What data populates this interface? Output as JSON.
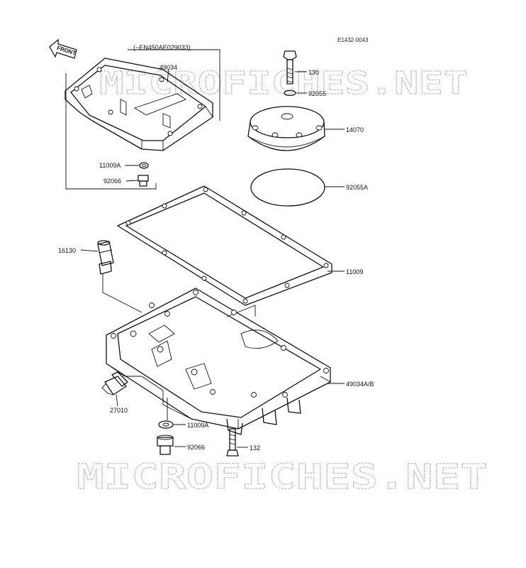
{
  "diagram": {
    "ref_code": "E1432-0043",
    "front_label": "FRONT",
    "variant_note": "(~EN450AE029033)",
    "watermark": "MICROFICHES.NET",
    "parts": [
      {
        "id": "p49034",
        "number": "49034"
      },
      {
        "id": "p11009A_top",
        "number": "11009A"
      },
      {
        "id": "p92066_top",
        "number": "92066"
      },
      {
        "id": "p130",
        "number": "130"
      },
      {
        "id": "p92055",
        "number": "92055"
      },
      {
        "id": "p14070",
        "number": "14070"
      },
      {
        "id": "p92055A",
        "number": "92055A"
      },
      {
        "id": "p16130",
        "number": "16130"
      },
      {
        "id": "p11009",
        "number": "11009"
      },
      {
        "id": "p49034AB",
        "number": "49034A/B"
      },
      {
        "id": "p27010",
        "number": "27010"
      },
      {
        "id": "p11009A_bot",
        "number": "11009A"
      },
      {
        "id": "p92066_bot",
        "number": "92066"
      },
      {
        "id": "p132",
        "number": "132"
      }
    ]
  }
}
